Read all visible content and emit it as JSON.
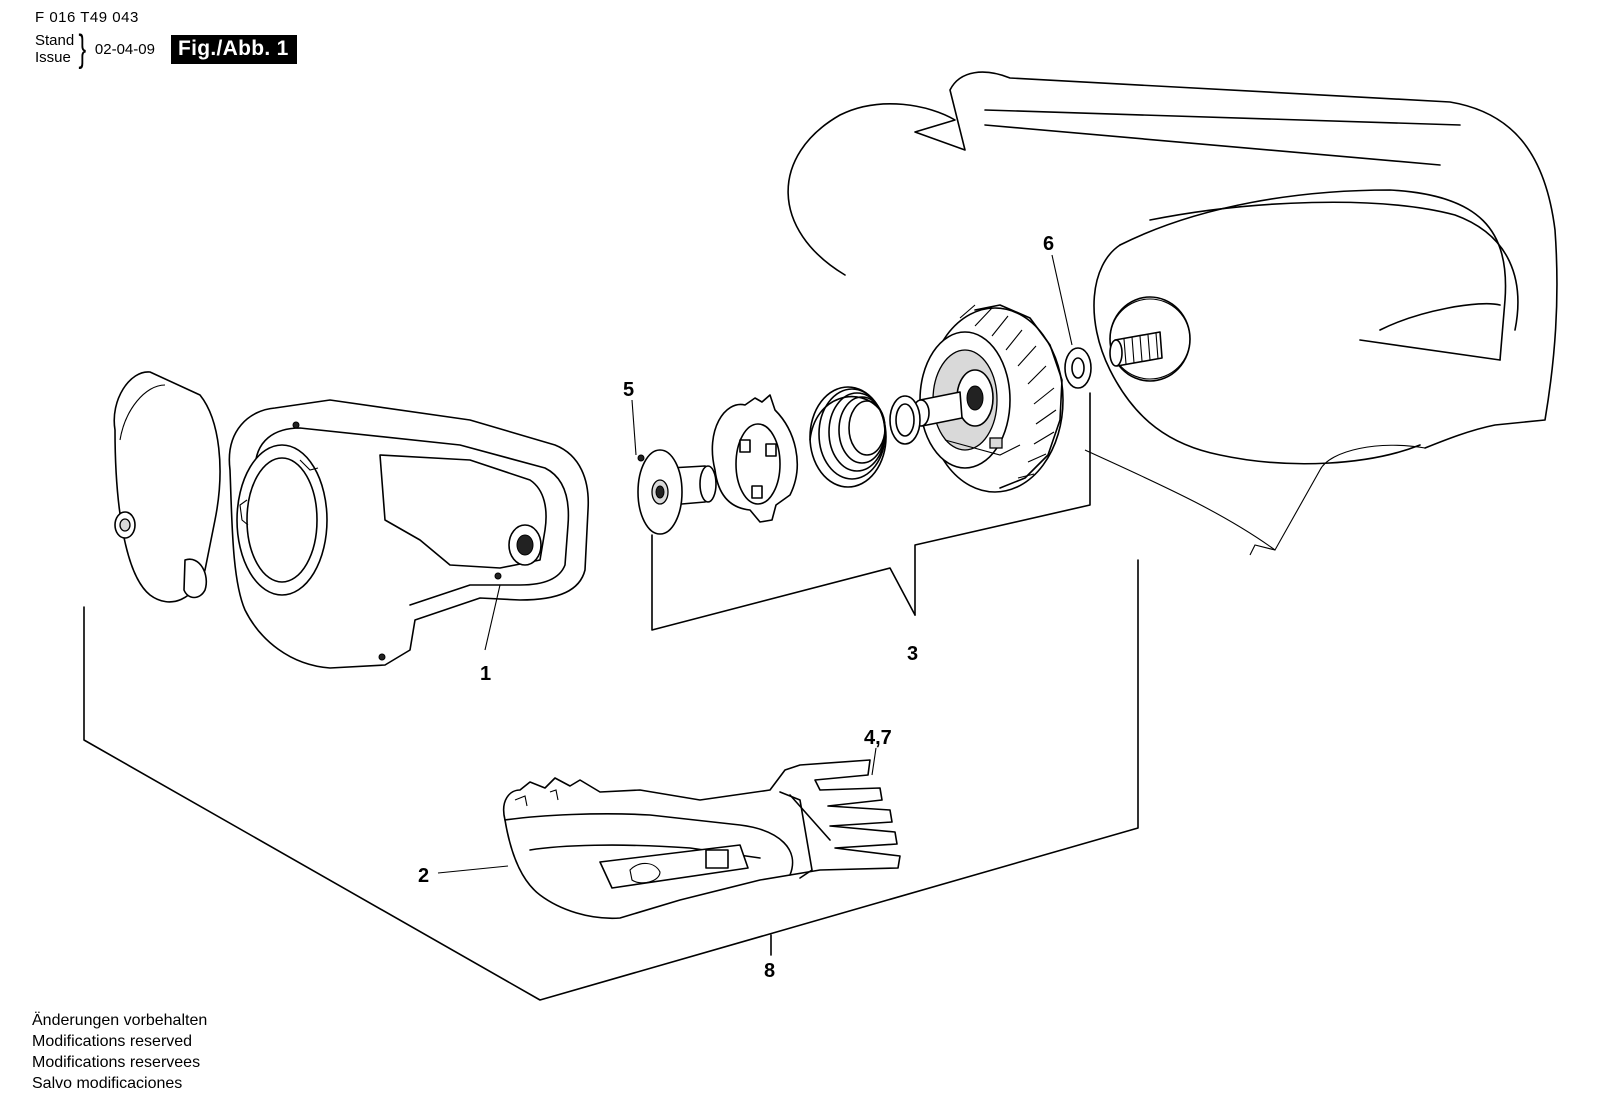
{
  "header": {
    "document_number": "F 016 T49 043",
    "stand_label": "Stand",
    "issue_label": "Issue",
    "date": "02-04-09",
    "figure_label": "Fig./Abb. 1"
  },
  "diagram": {
    "part_labels": {
      "p1": "1",
      "p2": "2",
      "p3": "3",
      "p4_7": "4,7",
      "p5": "5",
      "p6": "6",
      "p8": "8"
    }
  },
  "footer": {
    "notices": [
      "Änderungen vorbehalten",
      "Modifications reserved",
      "Modifications reservees",
      "Salvo modificaciones"
    ]
  }
}
